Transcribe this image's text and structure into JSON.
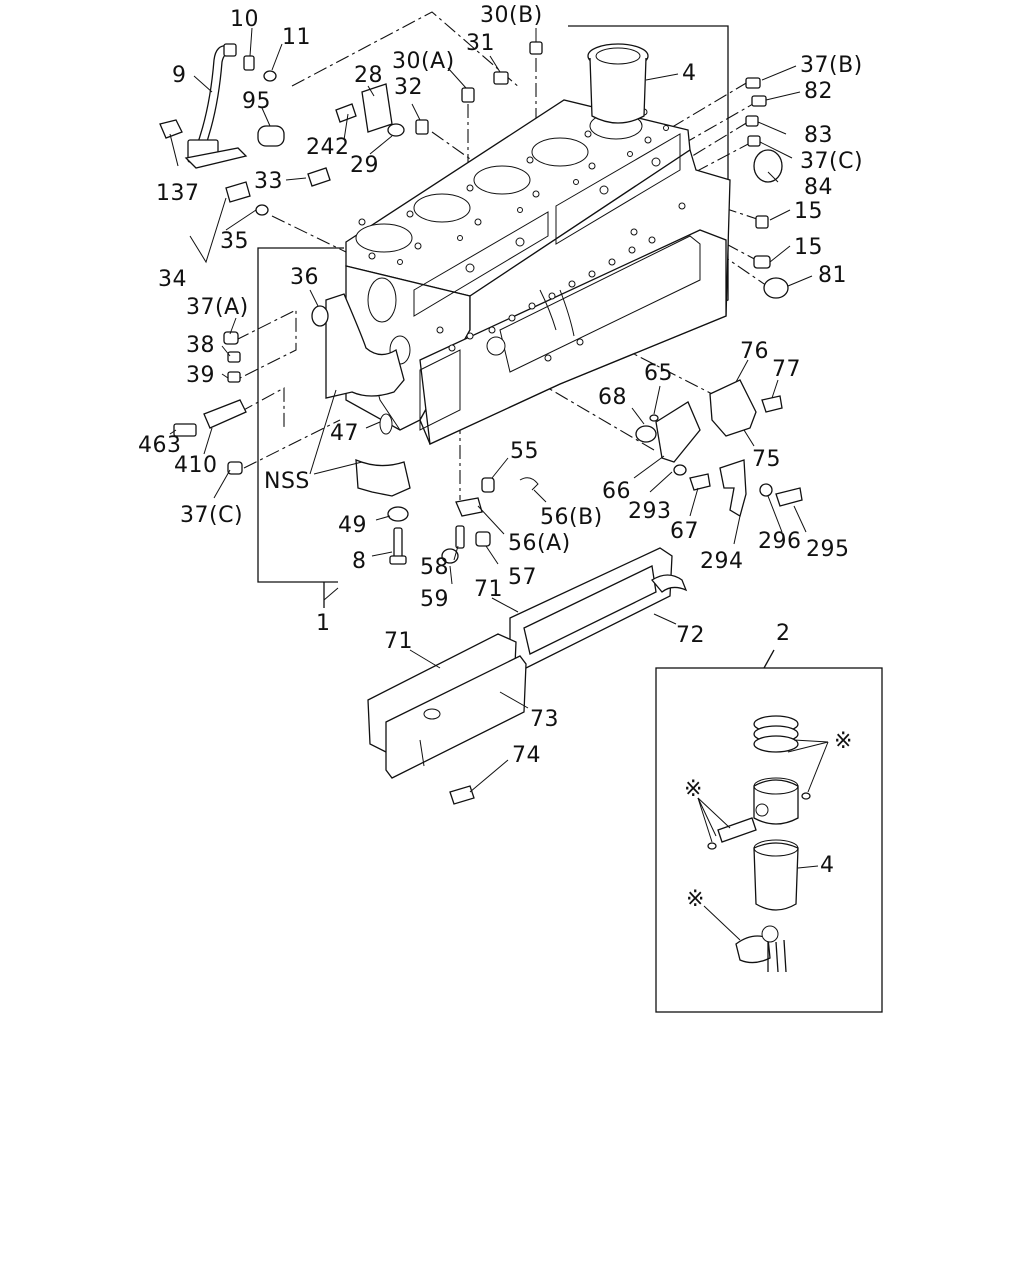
{
  "callouts": [
    {
      "id": "c10",
      "text": "10"
    },
    {
      "id": "c11",
      "text": "11"
    },
    {
      "id": "c9",
      "text": "9"
    },
    {
      "id": "c95",
      "text": "95"
    },
    {
      "id": "c28",
      "text": "28"
    },
    {
      "id": "c30a",
      "text": "30(A)"
    },
    {
      "id": "c31",
      "text": "31"
    },
    {
      "id": "c30b",
      "text": "30(B)"
    },
    {
      "id": "c4a",
      "text": "4"
    },
    {
      "id": "c37b",
      "text": "37(B)"
    },
    {
      "id": "c82",
      "text": "82"
    },
    {
      "id": "c83",
      "text": "83"
    },
    {
      "id": "c37c_r",
      "text": "37(C)"
    },
    {
      "id": "c84",
      "text": "84"
    },
    {
      "id": "c15a",
      "text": "15"
    },
    {
      "id": "c15b",
      "text": "15"
    },
    {
      "id": "c81",
      "text": "81"
    },
    {
      "id": "c32",
      "text": "32"
    },
    {
      "id": "c242",
      "text": "242"
    },
    {
      "id": "c29",
      "text": "29"
    },
    {
      "id": "c137",
      "text": "137"
    },
    {
      "id": "c33",
      "text": "33"
    },
    {
      "id": "c35",
      "text": "35"
    },
    {
      "id": "c34",
      "text": "34"
    },
    {
      "id": "c36",
      "text": "36"
    },
    {
      "id": "c37a",
      "text": "37(A)"
    },
    {
      "id": "c38",
      "text": "38"
    },
    {
      "id": "c39",
      "text": "39"
    },
    {
      "id": "c463",
      "text": "463"
    },
    {
      "id": "c410",
      "text": "410"
    },
    {
      "id": "c37c_l",
      "text": "37(C)"
    },
    {
      "id": "c47",
      "text": "47"
    },
    {
      "id": "cnss",
      "text": "NSS"
    },
    {
      "id": "c49",
      "text": "49"
    },
    {
      "id": "c8",
      "text": "8"
    },
    {
      "id": "c55",
      "text": "55"
    },
    {
      "id": "c56b",
      "text": "56(B)"
    },
    {
      "id": "c56a",
      "text": "56(A)"
    },
    {
      "id": "c58",
      "text": "58"
    },
    {
      "id": "c57",
      "text": "57"
    },
    {
      "id": "c59",
      "text": "59"
    },
    {
      "id": "c1",
      "text": "1"
    },
    {
      "id": "c65",
      "text": "65"
    },
    {
      "id": "c68",
      "text": "68"
    },
    {
      "id": "c76",
      "text": "76"
    },
    {
      "id": "c77",
      "text": "77"
    },
    {
      "id": "c75",
      "text": "75"
    },
    {
      "id": "c66",
      "text": "66"
    },
    {
      "id": "c293",
      "text": "293"
    },
    {
      "id": "c67",
      "text": "67"
    },
    {
      "id": "c296",
      "text": "296"
    },
    {
      "id": "c295",
      "text": "295"
    },
    {
      "id": "c294",
      "text": "294"
    },
    {
      "id": "c71a",
      "text": "71"
    },
    {
      "id": "c72",
      "text": "72"
    },
    {
      "id": "c71b",
      "text": "71"
    },
    {
      "id": "c73",
      "text": "73"
    },
    {
      "id": "c74",
      "text": "74"
    },
    {
      "id": "c2",
      "text": "2"
    },
    {
      "id": "cstar1",
      "text": "※"
    },
    {
      "id": "cstar2",
      "text": "※"
    },
    {
      "id": "c4b",
      "text": "4"
    },
    {
      "id": "cstar3",
      "text": "※"
    }
  ]
}
